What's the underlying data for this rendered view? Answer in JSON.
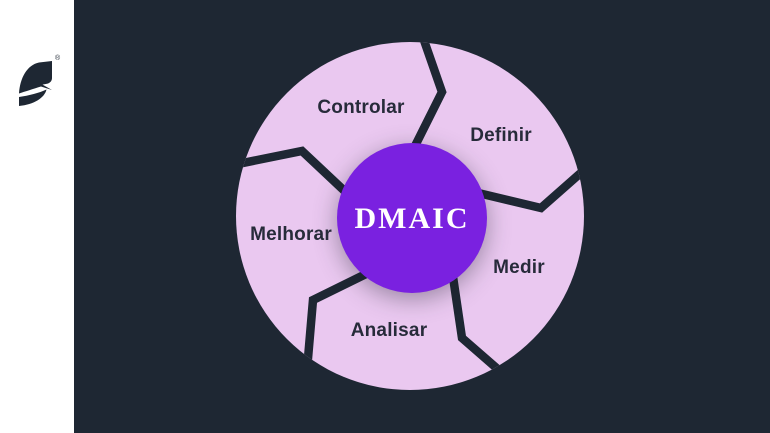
{
  "brand": {
    "logo_icon": "flag-logo-icon",
    "registered_mark": "®"
  },
  "diagram": {
    "center_label": "DMAIC",
    "steps": [
      {
        "label": "Definir"
      },
      {
        "label": "Medir"
      },
      {
        "label": "Analisar"
      },
      {
        "label": "Melhorar"
      },
      {
        "label": "Controlar"
      }
    ],
    "colors": {
      "background_navy": "#1e2733",
      "ring_pink": "#eac8f0",
      "center_purple": "#7a21e0",
      "divider_navy": "#1e2733",
      "label_text": "#272b3a",
      "center_text": "#ffffff",
      "sidebar_white": "#ffffff"
    }
  }
}
